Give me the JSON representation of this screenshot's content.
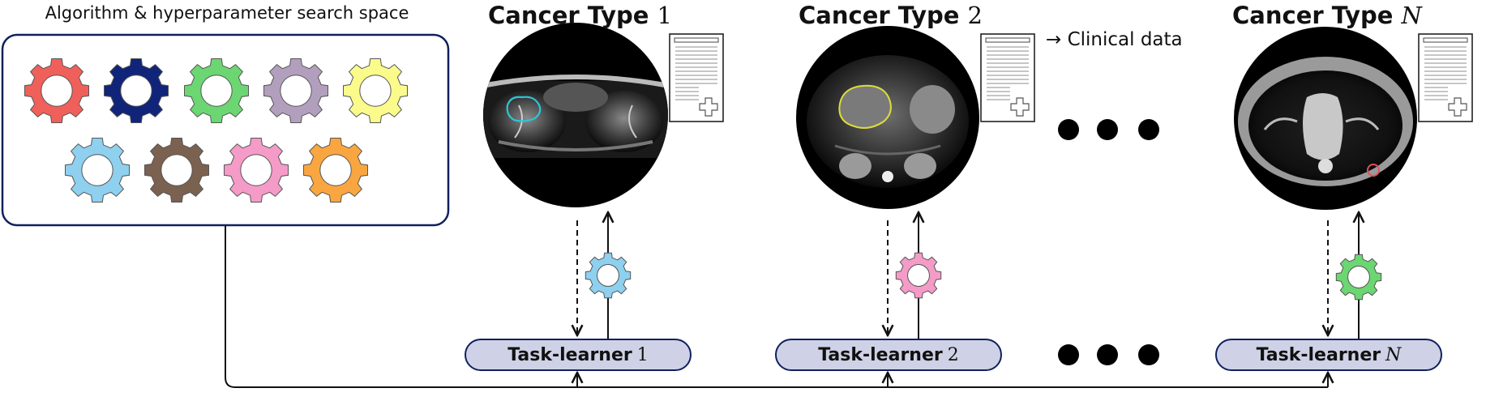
{
  "search_space": {
    "title": "Algorithm & hyperparameter search space",
    "gears": [
      {
        "name": "red-gear",
        "color": "#f0605a"
      },
      {
        "name": "navy-gear",
        "color": "#102479"
      },
      {
        "name": "green-gear",
        "color": "#6cd672"
      },
      {
        "name": "mauve-gear",
        "color": "#b29fbd"
      },
      {
        "name": "yellow-gear",
        "color": "#fafb8b"
      },
      {
        "name": "lightblue-gear",
        "color": "#8ed0ee"
      },
      {
        "name": "brown-gear",
        "color": "#7b6150"
      },
      {
        "name": "pink-gear",
        "color": "#f59bc8"
      },
      {
        "name": "orange-gear",
        "color": "#f9a640"
      }
    ],
    "border_color": "#10205e"
  },
  "tasks": [
    {
      "title_word": "Cancer Type",
      "title_num": "1",
      "learner_word": "Task-learner",
      "learner_num": "1",
      "gear_color": "#8ed0ee",
      "contour_color": "#29c6d6"
    },
    {
      "title_word": "Cancer Type",
      "title_num": "2",
      "learner_word": "Task-learner",
      "learner_num": "2",
      "gear_color": "#f59bc8",
      "contour_color": "#dcdc3a"
    },
    {
      "title_word": "Cancer Type",
      "title_num": "N",
      "learner_word": "Task-learner",
      "learner_num": "N",
      "gear_color": "#6cd672",
      "contour_color": "#e0505a"
    }
  ],
  "clinical_label": "→ Clinical data",
  "colors": {
    "pill_fill": "#cfd2e6",
    "pill_border": "#10205e",
    "line": "#111111"
  }
}
